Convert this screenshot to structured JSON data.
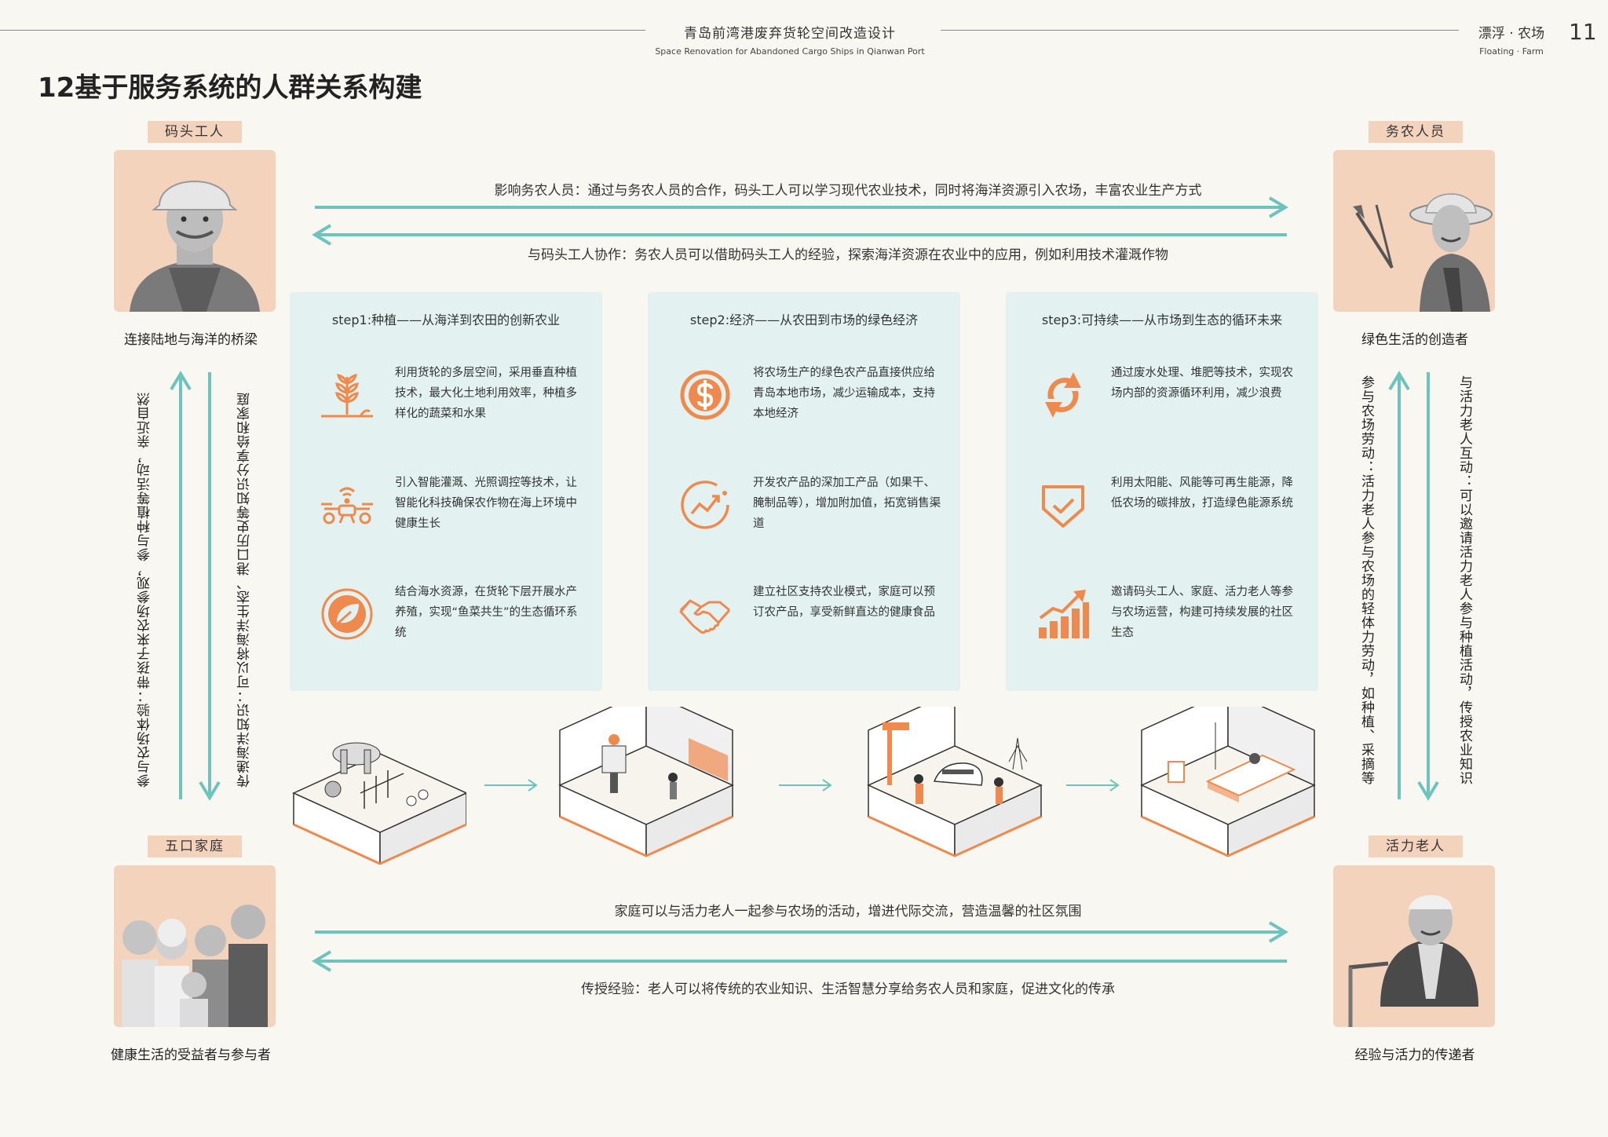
{
  "header": {
    "title_cn": "青岛前湾港废弃货轮空间改造设计",
    "title_en": "Space Renovation for Abandoned Cargo Ships in Qianwan Port",
    "section_cn": "漂浮 · 农场",
    "section_en": "Floating · Farm",
    "page_number": "11"
  },
  "page_title": "12基于服务系统的人群关系构建",
  "personas": {
    "dock_worker": {
      "tag": "码头工人",
      "caption": "连接陆地与海洋的桥梁"
    },
    "farmer": {
      "tag": "务农人员",
      "caption": "绿色生活的创造者"
    },
    "family": {
      "tag": "五口家庭",
      "caption": "健康生活的受益者与参与者"
    },
    "elder": {
      "tag": "活力老人",
      "caption": "经验与活力的传递者"
    }
  },
  "relations": {
    "top_forward": "影响务农人员：通过与务农人员的合作，码头工人可以学习现代农业技术，同时将海洋资源引入农场，丰富农业生产方式",
    "top_backward": "与码头工人协作：务农人员可以借助码头工人的经验，探索海洋资源在农业中的应用，例如利用技术灌溉作物",
    "bottom_forward": "家庭可以与活力老人一起参与农场的活动，增进代际交流，营造温馨的社区氛围",
    "bottom_backward": "传授经验：老人可以将传统的农业知识、生活智慧分享给务农人员和家庭，促进文化的传承",
    "left_up": "参与农场体验：带孩子来农场参观，参与种植等活动，亲近自然",
    "left_down": "传递海洋知识：可以将海洋生态、港口历史等知识分享给和家庭",
    "right_up": "参与农场劳动：活力老人参与农场的轻体力劳动，如种植、采摘等",
    "right_down": "与活力老人互动：可以邀请活力老人参与种植活动，传授农业知识"
  },
  "steps": [
    {
      "title": "step1:种植——从海洋到农田的创新农业",
      "items": [
        {
          "icon": "wheat-icon",
          "text": "利用货轮的多层空间，采用垂直种植技术，最大化土地利用效率，种植多样化的蔬菜和水果"
        },
        {
          "icon": "drone-icon",
          "text": "引入智能灌溉、光照调控等技术，让智能化科技确保农作物在海上环境中健康生长"
        },
        {
          "icon": "leaf-icon",
          "text": "结合海水资源，在货轮下层开展水产养殖，实现“鱼菜共生”的生态循环系统"
        }
      ]
    },
    {
      "title": "step2:经济——从农田到市场的绿色经济",
      "items": [
        {
          "icon": "coin-icon",
          "text": "将农场生产的绿色农产品直接供应给青岛本地市场，减少运输成本，支持本地经济"
        },
        {
          "icon": "growth-chart-icon",
          "text": "开发农产品的深加工产品（如果干、腌制品等），增加附加值，拓宽销售渠道"
        },
        {
          "icon": "handshake-icon",
          "text": "建立社区支持农业模式，家庭可以预订农产品，享受新鲜直达的健康食品"
        }
      ]
    },
    {
      "title": "step3:可持续——从市场到生态的循环未来",
      "items": [
        {
          "icon": "recycle-icon",
          "text": "通过废水处理、堆肥等技术，实现农场内部的资源循环利用，减少浪费"
        },
        {
          "icon": "shield-check-icon",
          "text": "利用太阳能、风能等可再生能源，降低农场的碳排放，打造绿色能源系统"
        },
        {
          "icon": "bar-growth-icon",
          "text": "邀请码头工人、家庭、活力老人等参与农场运营，构建可持续发展的社区生态"
        }
      ]
    }
  ],
  "colors": {
    "accent_orange": "#ef8a4e",
    "teal_arrow": "#6cc4bd",
    "panel_bg": "#e3f2f0",
    "tag_bg": "#f4d3bd",
    "page_bg": "#f9f7f1"
  }
}
